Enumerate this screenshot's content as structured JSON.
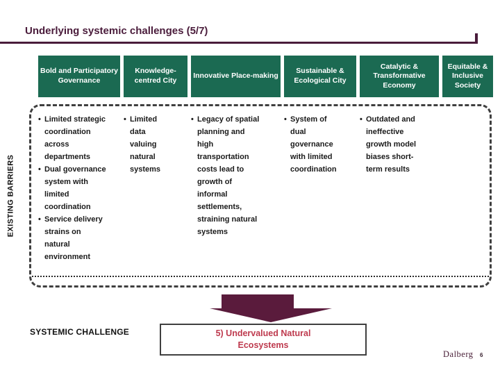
{
  "title": "Underlying systemic challenges (5/7)",
  "barriers_label": "EXISTING BARRIERS",
  "columns": [
    {
      "header": "Bold and Participatory Governance",
      "bullets": [
        "Limited strategic coordination across departments",
        "Dual governance system with limited coordination",
        "Service delivery strains on natural environment"
      ]
    },
    {
      "header": "Knowledge-centred City",
      "bullets": [
        "Limited data valuing natural systems"
      ]
    },
    {
      "header": "Innovative Place-making",
      "bullets": [
        "Legacy of spatial planning and high transportation costs lead to growth of informal settlements, straining natural systems"
      ]
    },
    {
      "header": "Sustainable & Ecological City",
      "bullets": [
        "System of dual governance with limited coordination"
      ]
    },
    {
      "header": "Catalytic & Transformative Economy",
      "bullets": [
        "Outdated and ineffective growth model biases short-term results"
      ]
    },
    {
      "header": "Equitable & Inclusive Society",
      "bullets": []
    }
  ],
  "challenge": {
    "label": "SYSTEMIC CHALLENGE",
    "value": "5) Undervalued Natural Ecosystems"
  },
  "footer": {
    "logo": "Dalberg",
    "page": "6"
  },
  "colors": {
    "title_maroon": "#4a1c3b",
    "header_green": "#1b6a52",
    "arrow_maroon": "#5a1b3c",
    "challenge_red": "#be3a4e",
    "dashed_border": "#3f3f3f"
  }
}
